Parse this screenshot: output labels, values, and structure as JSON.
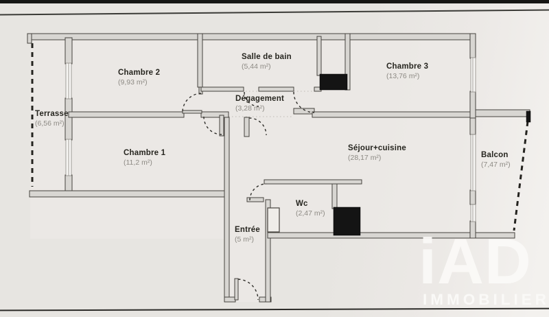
{
  "plan": {
    "rooms": {
      "chambre2": {
        "name": "Chambre 2",
        "area": "(9,93 m²)"
      },
      "salle_de_bain": {
        "name": "Salle de bain",
        "area": "(5,44 m²)"
      },
      "chambre3": {
        "name": "Chambre 3",
        "area": "(13,76 m²)"
      },
      "terrasse": {
        "name": "Terrasse",
        "area": "(6,56 m²)"
      },
      "degagement": {
        "name": "Dégagement",
        "area": "(3,28 m²)"
      },
      "chambre1": {
        "name": "Chambre 1",
        "area": "(11,2 m²)"
      },
      "sejour": {
        "name": "Séjour+cuisine",
        "area": "(28,17 m²)"
      },
      "balcon": {
        "name": "Balcon",
        "area": "(7,47 m²)"
      },
      "wc": {
        "name": "Wc",
        "area": "(2,47 m²)"
      },
      "entree": {
        "name": "Entrée",
        "area": "(5 m²)"
      }
    },
    "branding": {
      "logo_text": "iAD",
      "logo_subtext": "IMMOBILIER"
    },
    "colors": {
      "paper": "#e7e5e1",
      "wall_fill": "#d8d6d2",
      "wall_stroke": "#45423d",
      "shaft": "#141414",
      "window_fill": "#f7f6f4",
      "logo_white": "#fbfaf8"
    }
  }
}
